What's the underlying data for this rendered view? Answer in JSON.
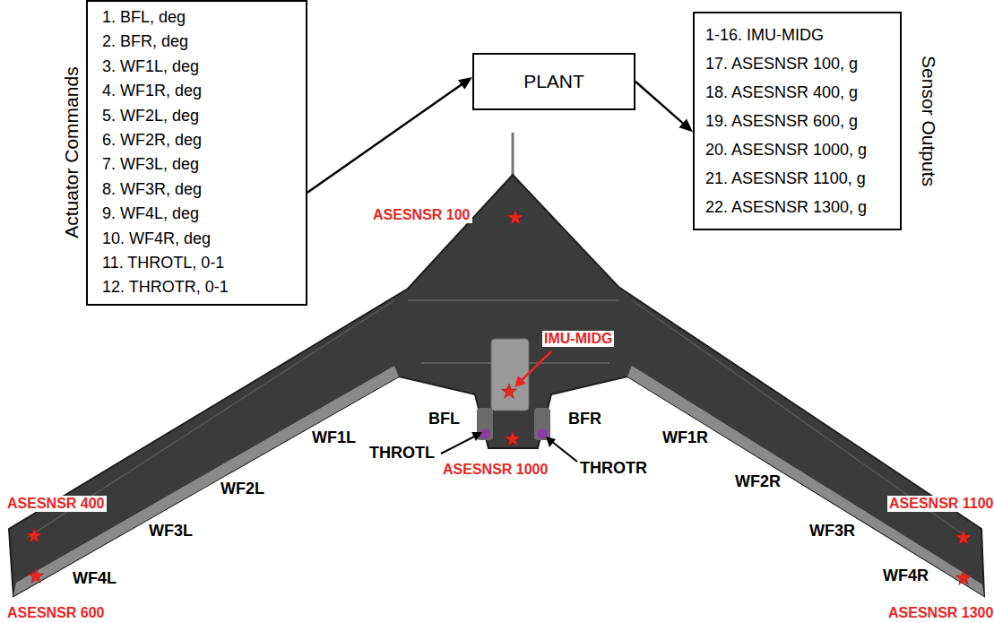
{
  "diagram": {
    "nodes": [
      {
        "text": [
          "Actuator Commands",
          "1. BFL, deg",
          "2. BFR, deg",
          "3. WF1L, deg",
          "4. WF1R, deg",
          "5. WF2L, deg",
          "6. WF2R, deg",
          "7. WF3L, deg",
          "8. WF3R, deg",
          "9. WF4L, deg",
          "10. WF4R, deg",
          "11. THROTL, 0-1",
          "12. THROTR, 0-1"
        ]
      },
      {
        "text": [
          "PLANT"
        ]
      },
      {
        "text": [
          "Sensor Outputs",
          "1-16. IMU-MIDG",
          "17. ASESNSR 100, g",
          "18. ASESNSR 400, g",
          "19. ASESNSR 600, g",
          "20. ASESNSR 1000, g",
          "21. ASESNSR 1100, g",
          "22. ASESNSR 1300, g"
        ]
      }
    ],
    "edges": [
      {
        "from": 0,
        "to": 1,
        "arrow": "to"
      },
      {
        "from": 1,
        "to": 2,
        "arrow": "to"
      }
    ],
    "labels": [
      "ASESNSR 100",
      "IMU-MIDG",
      "ASESNSR 400",
      "WF1L",
      "BFL",
      "BFR",
      "WF1R",
      "ASESNSR 1100",
      "WF2L",
      "THROTL",
      "ASESNSR 1000",
      "THROTR",
      "WF2R",
      "WF3L",
      "WF3R",
      "WF4L",
      "WF4R",
      "ASESNSR 600",
      "ASESNSR 1300"
    ]
  }
}
